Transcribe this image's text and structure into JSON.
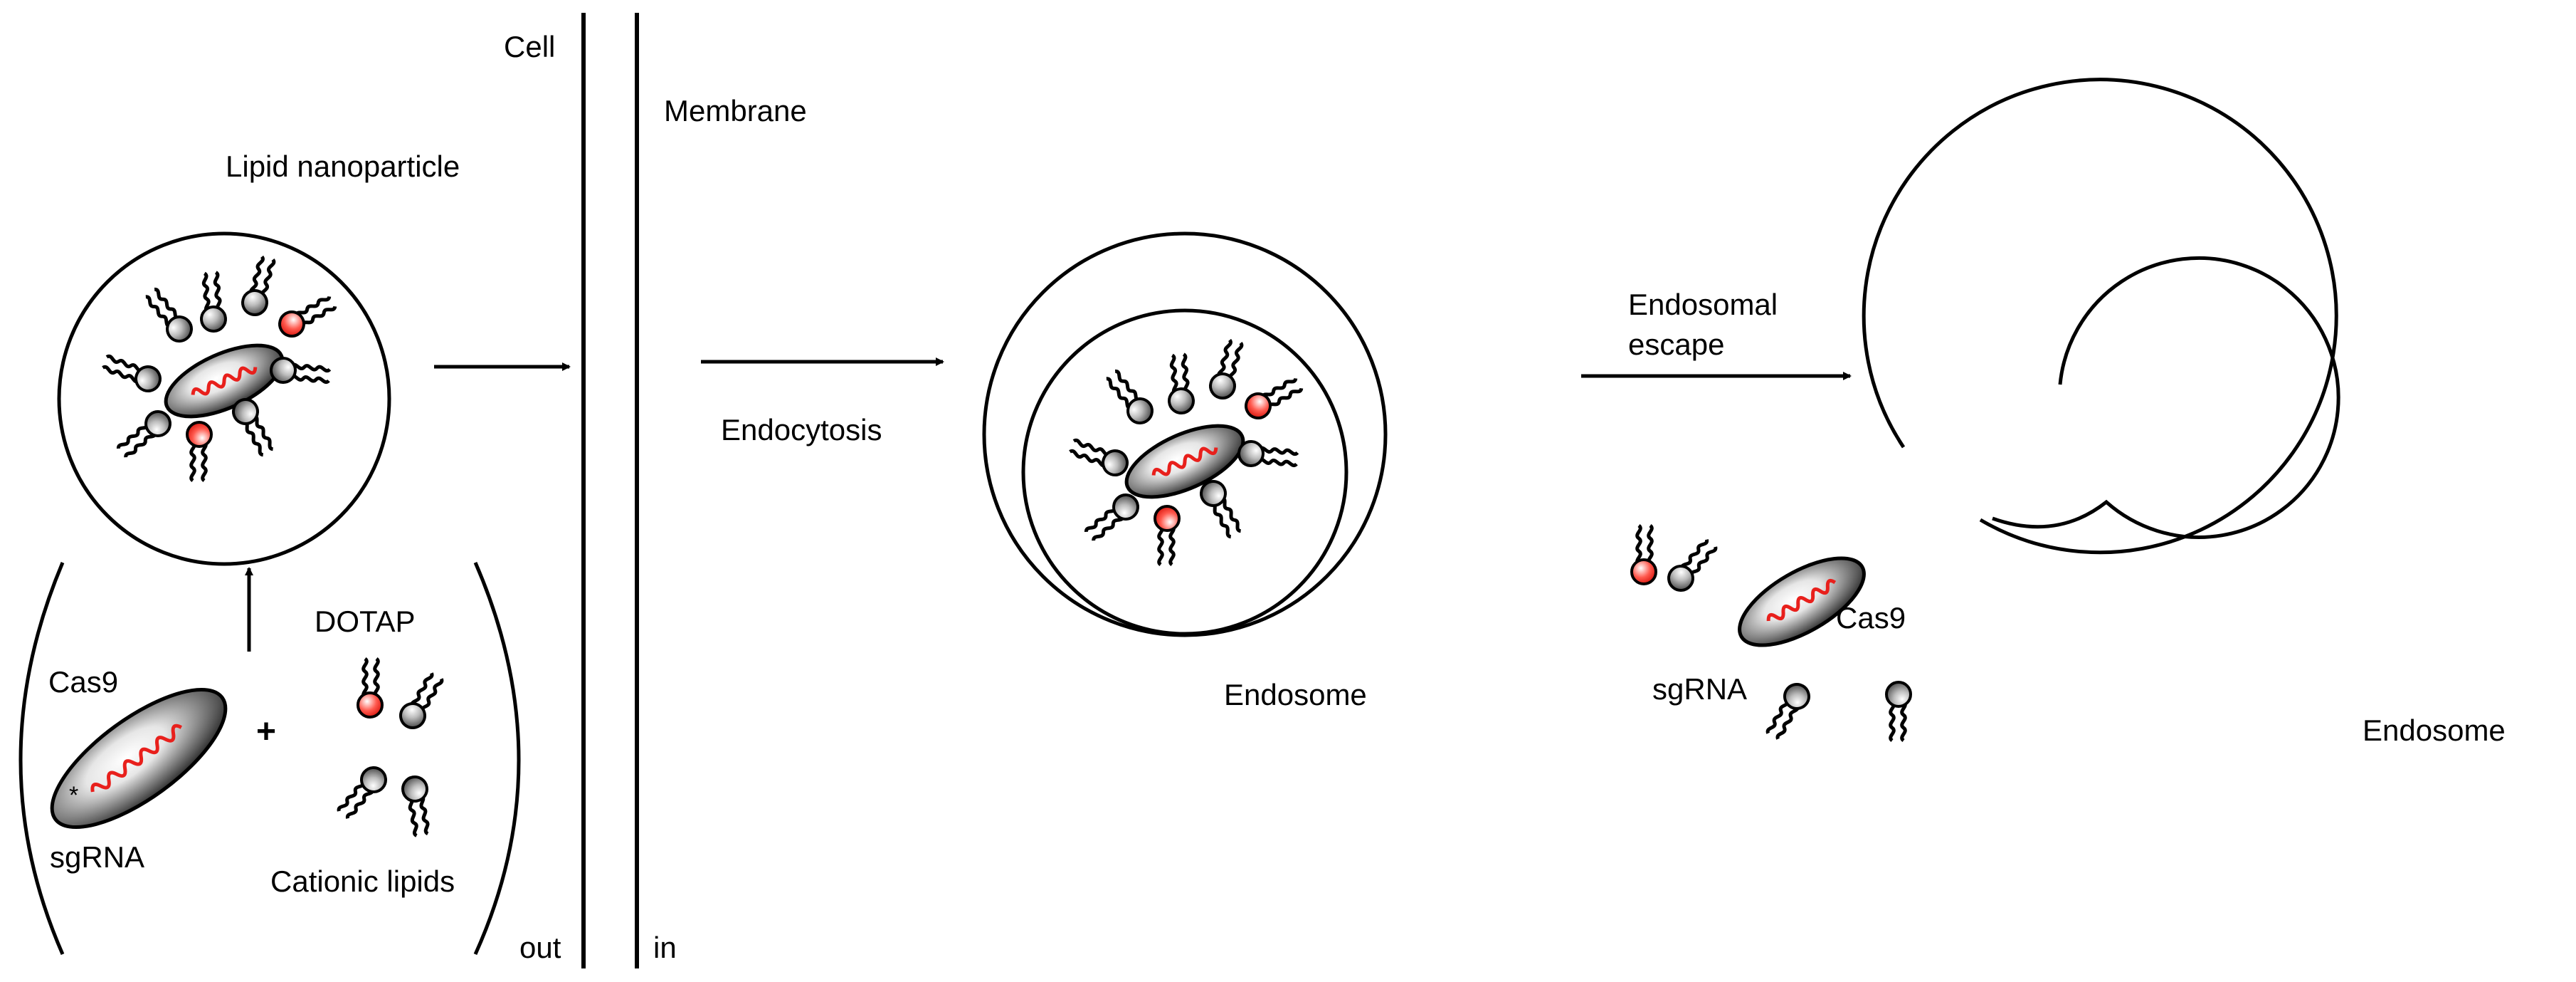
{
  "labels": {
    "cell": "Cell",
    "membrane": "Membrane",
    "lipid_nanoparticle": "Lipid nanoparticle",
    "endocytosis": "Endocytosis",
    "endosome_middle": "Endosome",
    "endosomal_escape_line1": "Endosomal",
    "endosomal_escape_line2": "escape",
    "endosome_right": "Endosome",
    "dotap": "DOTAP",
    "cas9_left": "Cas9",
    "sgrna_left": "sgRNA",
    "plus": "+",
    "cationic_lipids": "Cationic lipids",
    "out": "out",
    "in": "in",
    "cas9_right": "Cas9",
    "sgrna_right": "sgRNA",
    "asterisk": "*"
  },
  "colors": {
    "stroke": "#000000",
    "rna": "#e8201c",
    "dotap_fill": "#ff2a1f",
    "lipid_fill": "#8a8a8a"
  }
}
